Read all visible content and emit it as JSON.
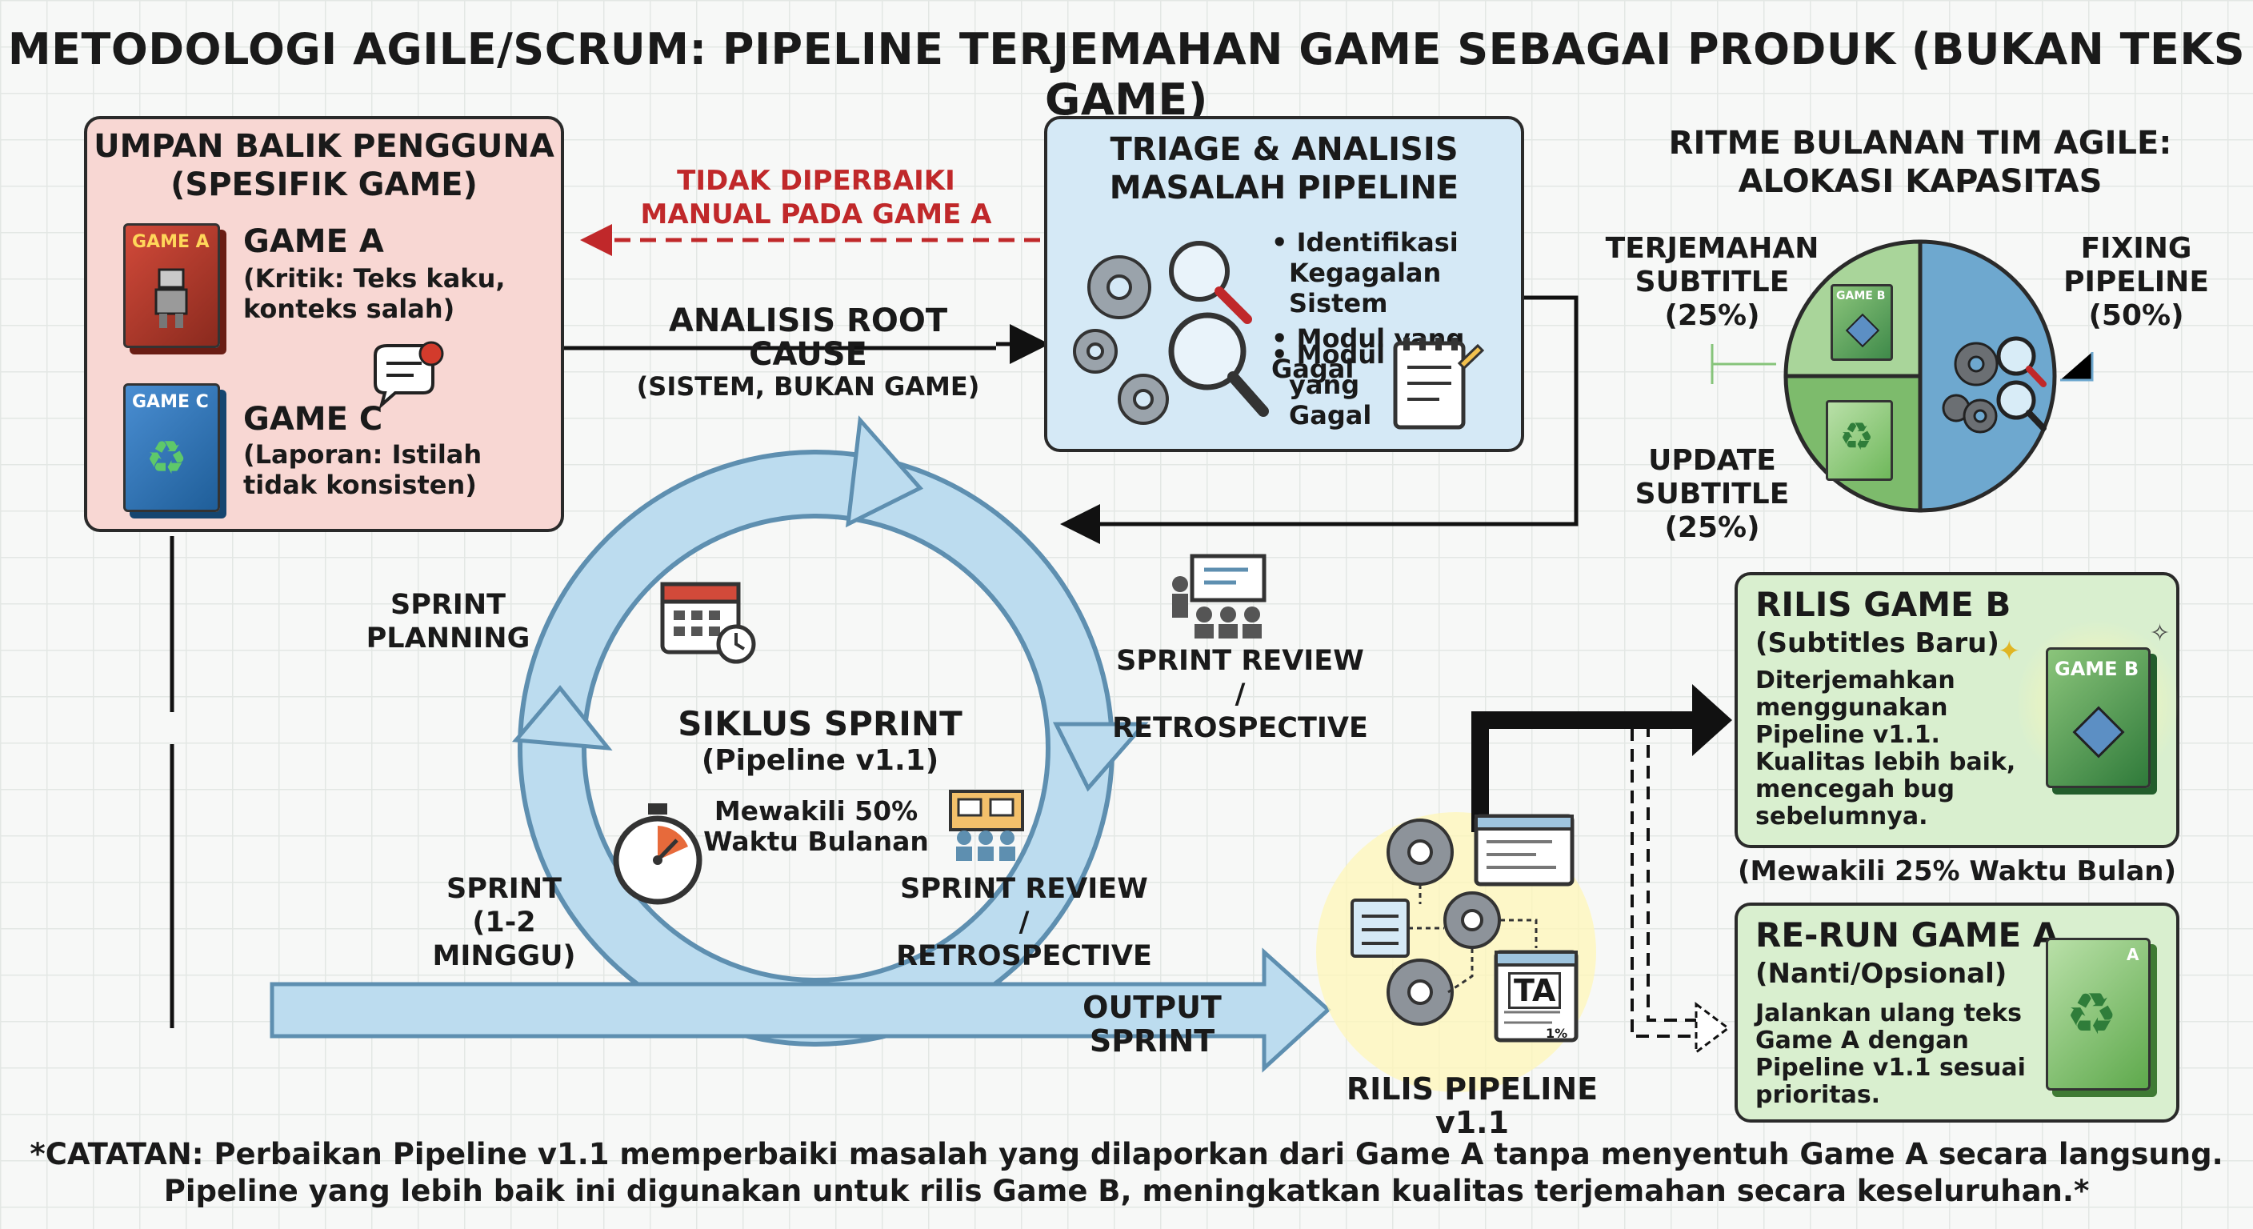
{
  "title": "METODOLOGI AGILE/SCRUM: PIPELINE TERJEMAHAN GAME SEBAGAI PRODUK (BUKAN TEKS GAME)",
  "feedback": {
    "heading_line1": "UMPAN BALIK PENGGUNA",
    "heading_line2": "(SPESIFIK GAME)",
    "game_a": {
      "cover": "GAME A",
      "name": "GAME A",
      "detail_line1": "(Kritik: Teks kaku,",
      "detail_line2": "konteks salah)"
    },
    "game_c": {
      "cover": "GAME C",
      "name": "GAME C",
      "detail_line1": "(Laporan: Istilah",
      "detail_line2": "tidak konsisten)"
    }
  },
  "not_fixed": {
    "line1": "TIDAK DIPERBAIKI",
    "line2": "MANUAL PADA GAME A"
  },
  "root_cause": {
    "line1": "ANALISIS ROOT CAUSE",
    "line2": "(SISTEM, BUKAN GAME)"
  },
  "triage": {
    "heading_line1": "TRIAGE & ANALISIS",
    "heading_line2": "MASALAH PIPELINE",
    "bullet1_line1": "Identifikasi",
    "bullet1_line2": "Kegagalan Sistem",
    "bullet2": "Modul yang Gagal",
    "bullet3_line1": "Modul",
    "bullet3_line2": "yang",
    "bullet3_line3": "Gagal"
  },
  "rhythm": {
    "heading_line1": "RITME BULANAN TIM AGILE:",
    "heading_line2": "ALOKASI KAPASITAS",
    "translate_line1": "TERJEMAHAN",
    "translate_line2": "SUBTITLE",
    "translate_pct": "(25%)",
    "fixing_line1": "FIXING",
    "fixing_line2": "PIPELINE",
    "fixing_pct": "(50%)",
    "update_line1": "UPDATE",
    "update_line2": "SUBTITLE",
    "update_pct": "(25%)",
    "box_label": "GAME B"
  },
  "sprint": {
    "planning_line1": "SPRINT",
    "planning_line2": "PLANNING",
    "review_top_line1": "SPRINT REVIEW /",
    "review_top_line2": "RETROSPECTIVE",
    "cycle_line1": "SIKLUS SPRINT",
    "cycle_line2": "(Pipeline v1.1)",
    "share_line1": "Mewakili 50%",
    "share_line2": "Waktu Bulanan",
    "review_bottom_line1": "SPRINT REVIEW /",
    "review_bottom_line2": "RETROSPECTIVE",
    "duration_line1": "SPRINT",
    "duration_line2": "(1-2 MINGGU)",
    "output": "OUTPUT SPRINT"
  },
  "pipeline_release": {
    "label": "RILIS PIPELINE v1.1",
    "ta_text": "TA",
    "pct_text": "1%"
  },
  "release_b": {
    "heading": "RILIS GAME B",
    "sub": "(Subtitles Baru)",
    "body": [
      "Diterjemahkan",
      "menggunakan",
      "Pipeline v1.1.",
      "Kualitas lebih baik,",
      "mencegah bug",
      "sebelumnya."
    ],
    "cover": "GAME B",
    "share": "(Mewakili 25% Waktu Bulan)"
  },
  "rerun_a": {
    "heading": "RE-RUN GAME A",
    "sub": "(Nanti/Opsional)",
    "body": [
      "Jalankan ulang teks",
      "Game A dengan",
      "Pipeline v1.1 sesuai",
      "prioritas."
    ],
    "cover": "A"
  },
  "footnote": {
    "line1": "*CATATAN: Perbaikan Pipeline v1.1 memperbaiki masalah yang dilaporkan dari Game A tanpa menyentuh Game A secara langsung.",
    "line2": "Pipeline yang lebih baik ini digunakan untuk rilis Game B, meningkatkan kualitas terjemahan secara keseluruhan.*"
  },
  "colors": {
    "feedback_bg": "#f8d7d3",
    "triage_bg": "#d5e9f6",
    "release_bg": "#d9efcf",
    "cycle_fill": "#bcdcef",
    "cycle_stroke": "#5e8fb0",
    "alert_red": "#c0282a",
    "pie_green": "#a9d59a",
    "pie_blue": "#6ea8cf",
    "pie_darkgreen": "#7dbb6c"
  },
  "chart_data": {
    "type": "pie",
    "title": "RITME BULANAN TIM AGILE: ALOKASI KAPASITAS",
    "categories": [
      "TERJEMAHAN SUBTITLE",
      "FIXING PIPELINE",
      "UPDATE SUBTITLE"
    ],
    "values": [
      25,
      50,
      25
    ]
  }
}
